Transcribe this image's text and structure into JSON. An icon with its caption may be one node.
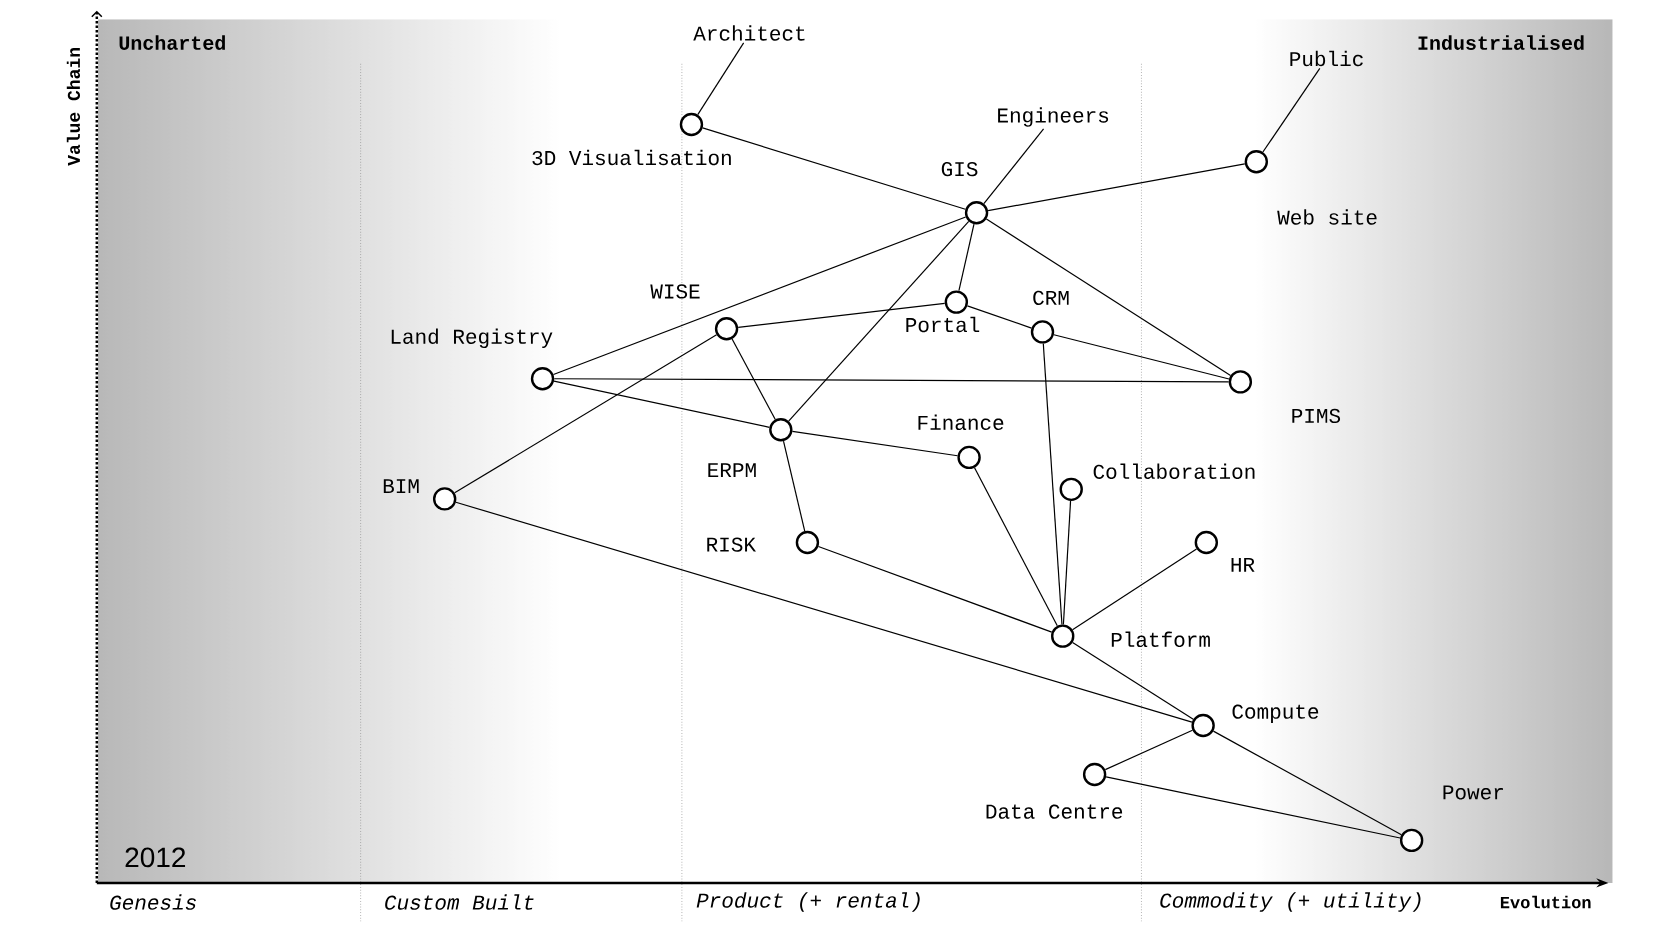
{
  "diagram": {
    "nodes": [
      {
        "text": [
          "Architect"
        ]
      },
      {
        "text": [
          "Engineers"
        ]
      },
      {
        "text": [
          "Public"
        ]
      },
      {
        "text": [],
        "shape": "circle",
        "beside": [
          "3D Visualisation"
        ]
      },
      {
        "text": [],
        "shape": "circle",
        "beside": [
          "GIS"
        ]
      },
      {
        "text": [],
        "shape": "circle",
        "beside": [
          "Web site"
        ]
      },
      {
        "text": [],
        "shape": "circle",
        "beside": [
          "WISE"
        ]
      },
      {
        "text": [],
        "shape": "circle",
        "beside": [
          "Portal"
        ]
      },
      {
        "text": [],
        "shape": "circle",
        "beside": [
          "CRM"
        ]
      },
      {
        "text": [],
        "shape": "circle",
        "beside": [
          "Land Registry"
        ]
      },
      {
        "text": [],
        "shape": "circle",
        "beside": [
          "PIMS"
        ]
      },
      {
        "text": [],
        "shape": "circle",
        "beside": [
          "ERPM"
        ]
      },
      {
        "text": [],
        "shape": "circle",
        "beside": [
          "Finance"
        ]
      },
      {
        "text": [],
        "shape": "circle",
        "beside": [
          "BIM"
        ]
      },
      {
        "text": [],
        "shape": "circle",
        "beside": [
          "Collaboration"
        ]
      },
      {
        "text": [],
        "shape": "circle",
        "beside": [
          "RISK"
        ]
      },
      {
        "text": [],
        "shape": "circle",
        "beside": [
          "HR"
        ]
      },
      {
        "text": [],
        "shape": "circle",
        "beside": [
          "Platform"
        ]
      },
      {
        "text": [],
        "shape": "circle",
        "beside": [
          "Compute"
        ]
      },
      {
        "text": [],
        "shape": "circle",
        "beside": [
          "Data Centre"
        ]
      },
      {
        "text": [],
        "shape": "circle",
        "beside": [
          "Power"
        ]
      }
    ],
    "edges": [
      {
        "from": 0,
        "to": 3,
        "arrow": "none"
      },
      {
        "from": 1,
        "to": 4,
        "arrow": "none"
      },
      {
        "from": 2,
        "to": 5,
        "arrow": "none"
      },
      {
        "from": 3,
        "to": 4,
        "arrow": "none"
      },
      {
        "from": 4,
        "to": 5,
        "arrow": "none"
      },
      {
        "from": 4,
        "to": 9,
        "arrow": "none"
      },
      {
        "from": 4,
        "to": 7,
        "arrow": "none"
      },
      {
        "from": 4,
        "to": 11,
        "arrow": "none"
      },
      {
        "from": 4,
        "to": 10,
        "arrow": "none"
      },
      {
        "from": 6,
        "to": 7,
        "arrow": "none"
      },
      {
        "from": 7,
        "to": 8,
        "arrow": "none"
      },
      {
        "from": 8,
        "to": 10,
        "arrow": "none"
      },
      {
        "from": 8,
        "to": 17,
        "arrow": "none"
      },
      {
        "from": 9,
        "to": 10,
        "arrow": "none"
      },
      {
        "from": 9,
        "to": 11,
        "arrow": "none"
      },
      {
        "from": 6,
        "to": 11,
        "arrow": "none"
      },
      {
        "from": 6,
        "to": 13,
        "arrow": "none"
      },
      {
        "from": 11,
        "to": 12,
        "arrow": "none"
      },
      {
        "from": 11,
        "to": 15,
        "arrow": "none"
      },
      {
        "from": 12,
        "to": 17,
        "arrow": "none"
      },
      {
        "from": 14,
        "to": 17,
        "arrow": "none"
      },
      {
        "from": 15,
        "to": 17,
        "arrow": "none"
      },
      {
        "from": 16,
        "to": 17,
        "arrow": "none"
      },
      {
        "from": 13,
        "to": 18,
        "arrow": "none"
      },
      {
        "from": 17,
        "to": 18,
        "arrow": "none"
      },
      {
        "from": 18,
        "to": 19,
        "arrow": "none"
      },
      {
        "from": 18,
        "to": 20,
        "arrow": "none"
      },
      {
        "from": 19,
        "to": 20,
        "arrow": "none"
      }
    ],
    "labels": [
      "Value Chain",
      "Uncharted",
      "Industrialised",
      "2012",
      "Genesis",
      "Custom Built",
      "Product (+ rental)",
      "Commodity (+ utility)",
      "Evolution"
    ]
  }
}
